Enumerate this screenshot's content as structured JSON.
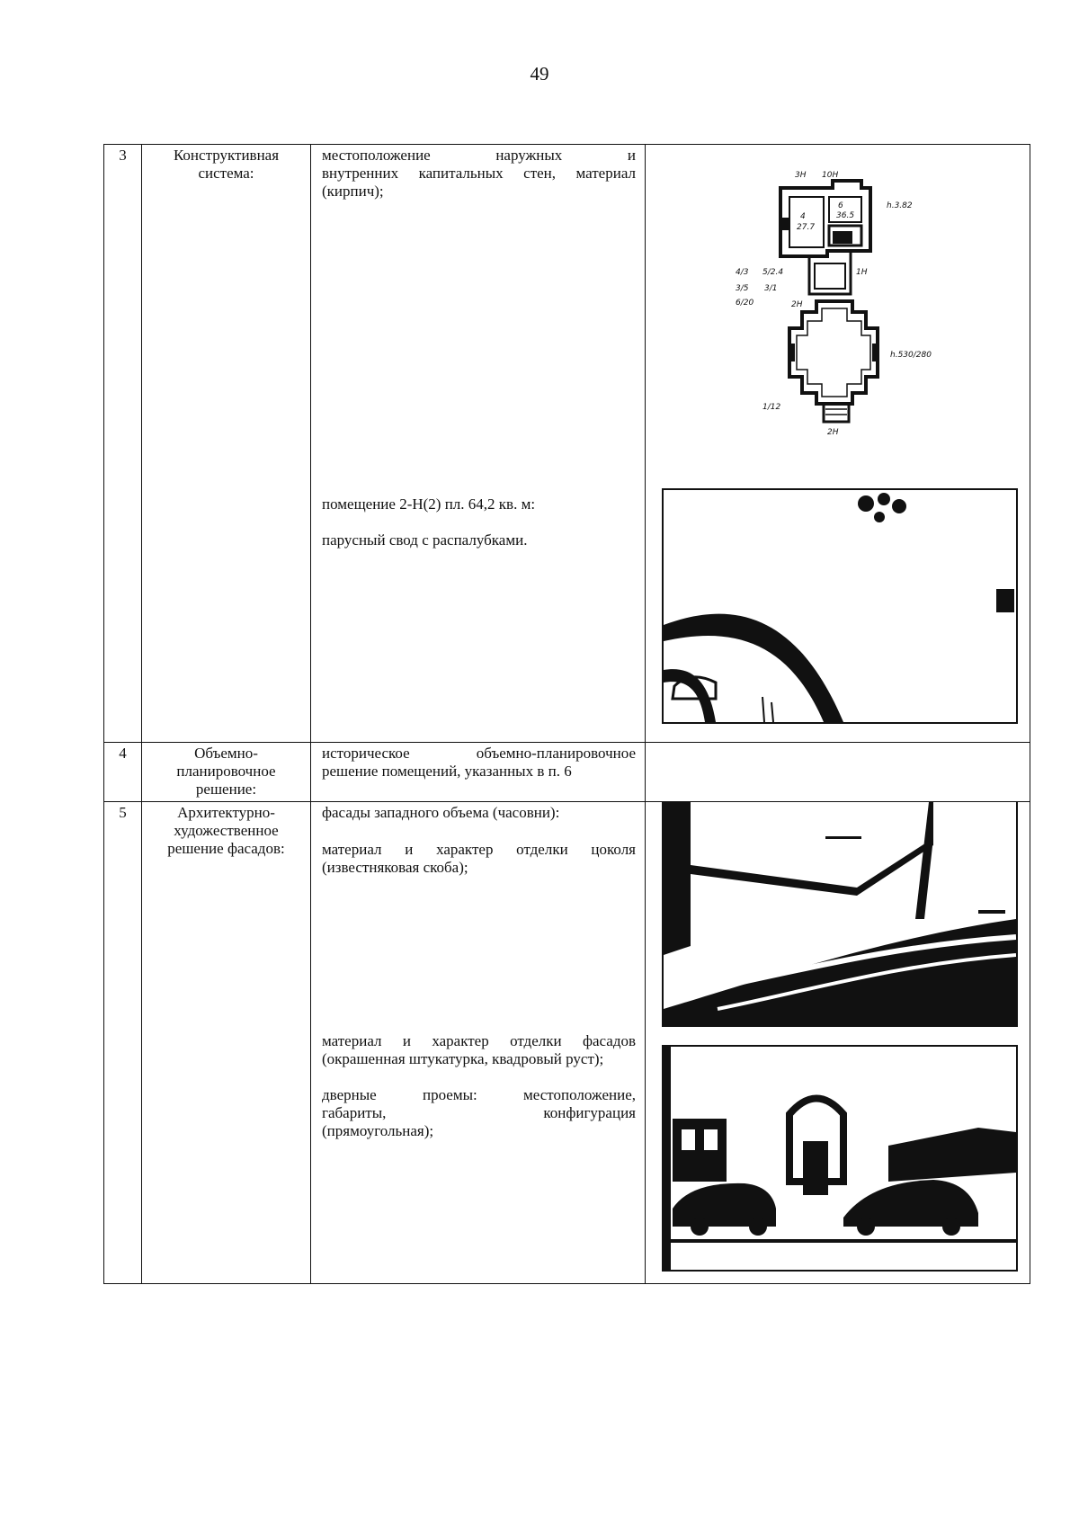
{
  "page_number": "49",
  "rows": [
    {
      "num": "3",
      "name_lines": [
        "Конструктивная",
        "система:"
      ],
      "desc_first_line": "местоположение наружных и",
      "desc_rest": "внутренних капитальных стен, материал (кирпич);",
      "desc_room": "помещение 2-Н(2) пл. 64,2 кв. м:",
      "desc_vault": "парусный свод с распалубками.",
      "plan": {
        "labels": [
          "3Н",
          "10Н",
          "4",
          "27.7",
          "6",
          "36.5",
          "h.3.82",
          "4/3",
          "5/2.4",
          "3/5",
          "3/1",
          "2Н",
          "1Н",
          "6/20",
          "h.530/280",
          "1/12",
          "2Н"
        ]
      },
      "photo_icon": "vault-ceiling-photo"
    },
    {
      "num": "4",
      "name_lines": [
        "Объемно-",
        "планировочное",
        "решение:"
      ],
      "desc_first_line": "историческое объемно-планировочное",
      "desc_rest": "решение помещений, указанных в п. 6"
    },
    {
      "num": "5",
      "name_lines": [
        "Архитектурно-",
        "художественное",
        "решение фасадов:"
      ],
      "desc_facades": "фасады западного объема (часовни):",
      "desc_plinth": "материал и характер отделки цоколя (известняковая скоба);",
      "desc_finish": "материал и характер отделки фасадов (окрашенная штукатурка, квадровый руст);",
      "desc_doors_line1": "дверные проемы: местоположение,",
      "desc_doors_line2": "габариты, конфигурация",
      "desc_doors_line3": "(прямоугольная);",
      "photo1_icon": "plinth-photo",
      "photo2_icon": "facade-photo"
    }
  ]
}
